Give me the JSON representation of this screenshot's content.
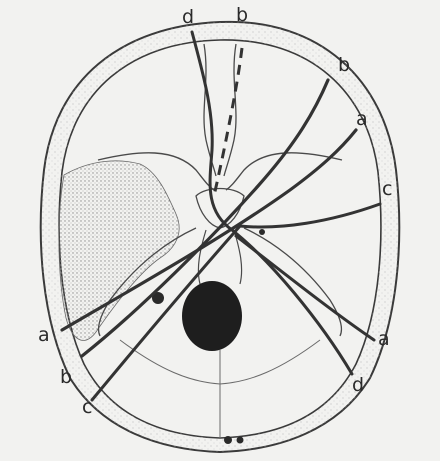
{
  "figure": {
    "description_labels": {
      "top_left": "d",
      "top_center": "b",
      "right_1": "b",
      "right_2": "a",
      "right_3": "c",
      "right_4": "a",
      "right_5": "d",
      "left_1": "a",
      "left_2": "b",
      "left_3": "c"
    },
    "colors": {
      "background": "#f2f2f0",
      "bone_outline": "#3a3a3a",
      "fracture_line": "#333333",
      "foramen": "#1e1e1e",
      "stipple": "#9a9a9a"
    }
  }
}
